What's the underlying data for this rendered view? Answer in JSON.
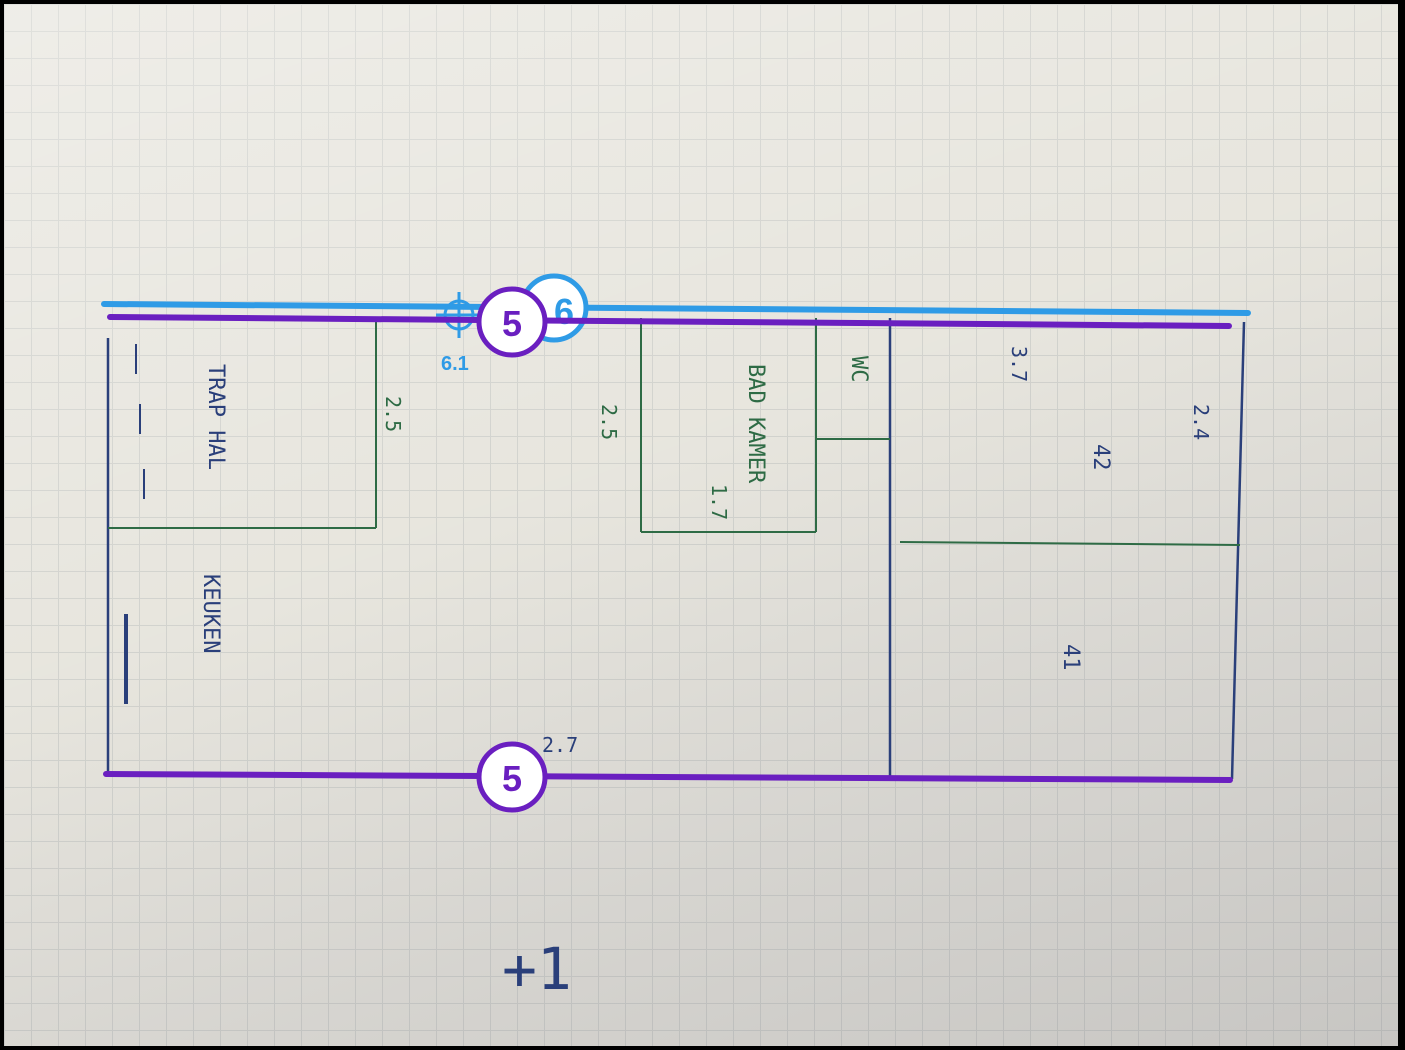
{
  "sketch": {
    "room_labels": {
      "trap_hal": "TRAP HAL",
      "keuken": "KEUKEN",
      "badkamer": "BAD KAMER",
      "wc": "WC",
      "bedroom_2": "42",
      "bedroom_1": "41"
    },
    "measurements": {
      "m1": "2.5",
      "m2": "2.5",
      "m3": "1.7",
      "m4": "3.7",
      "m5": "2.4",
      "m6": "2.7"
    },
    "floor_label": "+1"
  },
  "overlay": {
    "point_label": "6.1",
    "blue_badge": "6",
    "purple_badge_top": "5",
    "purple_badge_bottom": "5",
    "colors": {
      "blue": "#2f9be6",
      "purple": "#6a1fc0",
      "ink_green": "#2e6b45",
      "ink_blue": "#2a3f7a"
    }
  }
}
